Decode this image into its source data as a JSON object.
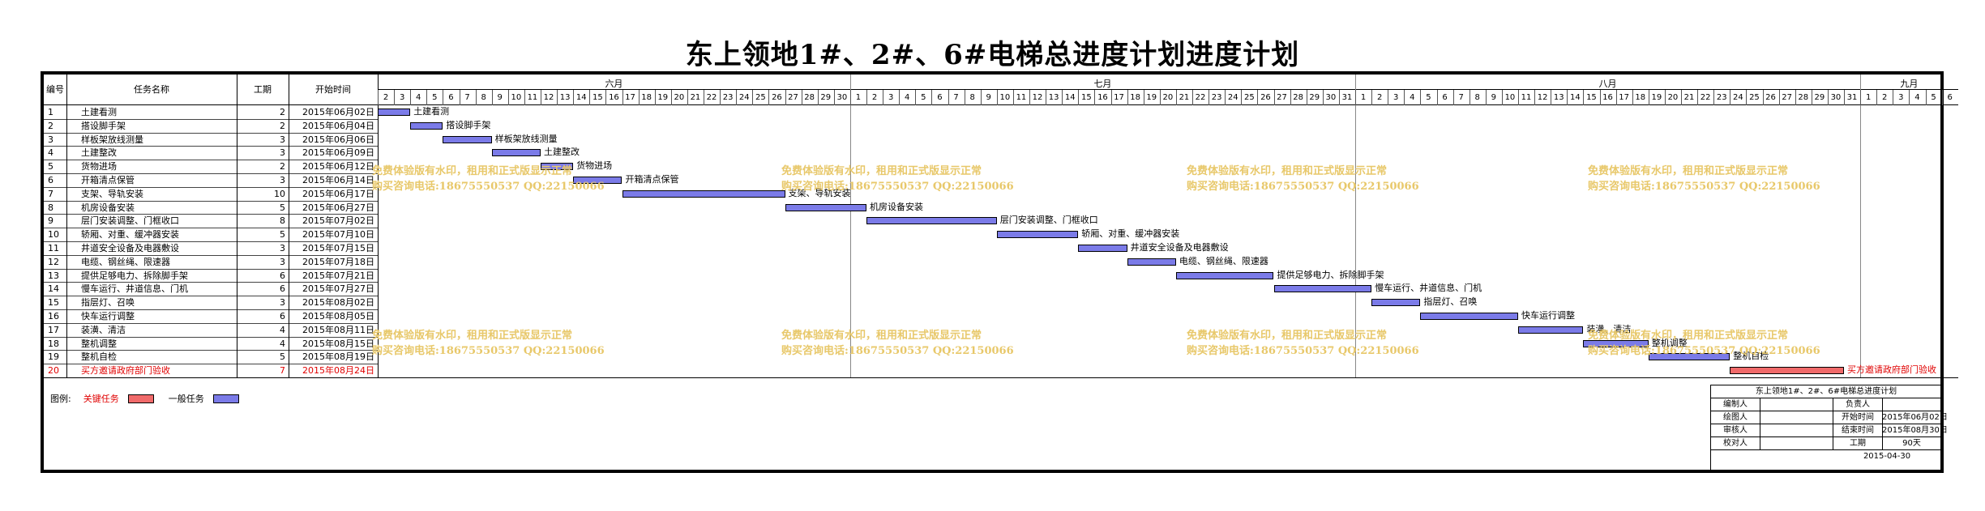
{
  "title": "东上领地1#、2#、6#电梯总进度计划进度计划",
  "headers": {
    "no": "编号",
    "name": "任务名称",
    "duration": "工期",
    "start": "开始时间"
  },
  "months": [
    "六月",
    "七月",
    "八月",
    "九月"
  ],
  "month_days": [
    [
      2,
      3,
      4,
      5,
      6,
      7,
      8,
      9,
      10,
      11,
      12,
      13,
      14,
      15,
      16,
      17,
      18,
      19,
      20,
      21,
      22,
      23,
      24,
      25,
      26,
      27,
      28,
      29,
      30
    ],
    [
      1,
      2,
      3,
      4,
      5,
      6,
      7,
      8,
      9,
      10,
      11,
      12,
      13,
      14,
      15,
      16,
      17,
      18,
      19,
      20,
      21,
      22,
      23,
      24,
      25,
      26,
      27,
      28,
      29,
      30,
      31
    ],
    [
      1,
      2,
      3,
      4,
      5,
      6,
      7,
      8,
      9,
      10,
      11,
      12,
      13,
      14,
      15,
      16,
      17,
      18,
      19,
      20,
      21,
      22,
      23,
      24,
      25,
      26,
      27,
      28,
      29,
      30,
      31
    ],
    [
      1,
      2,
      3,
      4,
      5,
      6
    ]
  ],
  "tasks": [
    {
      "no": "1",
      "name": "土建看测",
      "duration": "2",
      "start": "2015年06月02日",
      "s": 0,
      "d": 2,
      "critical": false
    },
    {
      "no": "2",
      "name": "搭设脚手架",
      "duration": "2",
      "start": "2015年06月04日",
      "s": 2,
      "d": 2,
      "critical": false
    },
    {
      "no": "3",
      "name": "样板架放线测量",
      "duration": "3",
      "start": "2015年06月06日",
      "s": 4,
      "d": 3,
      "critical": false
    },
    {
      "no": "4",
      "name": "土建整改",
      "duration": "3",
      "start": "2015年06月09日",
      "s": 7,
      "d": 3,
      "critical": false
    },
    {
      "no": "5",
      "name": "货物进场",
      "duration": "2",
      "start": "2015年06月12日",
      "s": 10,
      "d": 2,
      "critical": false
    },
    {
      "no": "6",
      "name": "开箱清点保管",
      "duration": "3",
      "start": "2015年06月14日",
      "s": 12,
      "d": 3,
      "critical": false
    },
    {
      "no": "7",
      "name": "支架、导轨安装",
      "duration": "10",
      "start": "2015年06月17日",
      "s": 15,
      "d": 10,
      "critical": false
    },
    {
      "no": "8",
      "name": "机房设备安装",
      "duration": "5",
      "start": "2015年06月27日",
      "s": 25,
      "d": 5,
      "critical": false
    },
    {
      "no": "9",
      "name": "层门安装调整、门框收口",
      "duration": "8",
      "start": "2015年07月02日",
      "s": 30,
      "d": 8,
      "critical": false
    },
    {
      "no": "10",
      "name": "轿厢、对重、缓冲器安装",
      "duration": "5",
      "start": "2015年07月10日",
      "s": 38,
      "d": 5,
      "critical": false
    },
    {
      "no": "11",
      "name": "井道安全设备及电器敷设",
      "duration": "3",
      "start": "2015年07月15日",
      "s": 43,
      "d": 3,
      "critical": false
    },
    {
      "no": "12",
      "name": "电缆、钢丝绳、限速器",
      "duration": "3",
      "start": "2015年07月18日",
      "s": 46,
      "d": 3,
      "critical": false
    },
    {
      "no": "13",
      "name": "提供足够电力、拆除脚手架",
      "duration": "6",
      "start": "2015年07月21日",
      "s": 49,
      "d": 6,
      "critical": false
    },
    {
      "no": "14",
      "name": "慢车运行、井道信息、门机",
      "duration": "6",
      "start": "2015年07月27日",
      "s": 55,
      "d": 6,
      "critical": false
    },
    {
      "no": "15",
      "name": "指层灯、召唤",
      "duration": "3",
      "start": "2015年08月02日",
      "s": 61,
      "d": 3,
      "critical": false
    },
    {
      "no": "16",
      "name": "快车运行调整",
      "duration": "6",
      "start": "2015年08月05日",
      "s": 64,
      "d": 6,
      "critical": false
    },
    {
      "no": "17",
      "name": "装潢、清洁",
      "duration": "4",
      "start": "2015年08月11日",
      "s": 70,
      "d": 4,
      "critical": false
    },
    {
      "no": "18",
      "name": "整机调整",
      "duration": "4",
      "start": "2015年08月15日",
      "s": 74,
      "d": 4,
      "critical": false
    },
    {
      "no": "19",
      "name": "整机自检",
      "duration": "5",
      "start": "2015年08月19日",
      "s": 78,
      "d": 5,
      "critical": false
    },
    {
      "no": "20",
      "name": "买方邀请政府部门验收",
      "duration": "7",
      "start": "2015年08月24日",
      "s": 83,
      "d": 7,
      "critical": true
    }
  ],
  "watermark": {
    "line1": "免费体验版有水印，租用和正式版显示正常",
    "line2": "购买咨询电话:18675550537 QQ:22150066"
  },
  "legend": {
    "label": "图例:",
    "critical": "关键任务",
    "normal": "一般任务"
  },
  "title_block": {
    "project": "东上领地1#、2#、6#电梯总进度计划",
    "compiler_label": "编制人",
    "owner_label": "负责人",
    "drawer_label": "绘图人",
    "start_label": "开始时间",
    "start_value": "2015年06月02日",
    "reviewer_label": "审核人",
    "end_label": "结束时间",
    "end_value": "2015年08月30日",
    "checker_label": "校对人",
    "duration_label": "工期",
    "duration_value": "90天",
    "date": "2015-04-30"
  },
  "colors": {
    "normal": "#7b7be8",
    "critical": "#f06a6a",
    "watermark": "#e8c86a"
  }
}
